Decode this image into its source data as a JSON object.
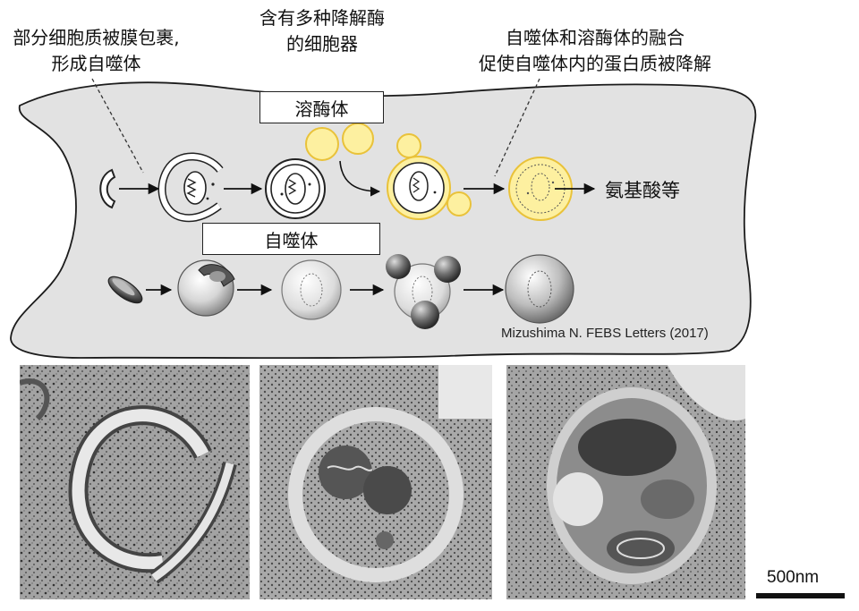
{
  "annotations": {
    "phagophore_line1": "部分细胞质被膜包裹,",
    "phagophore_line2": "形成自噬体",
    "lysosome_line1": "含有多种降解酶",
    "lysosome_line2": "的细胞器",
    "fusion_line1": "自噬体和溶酶体的融合",
    "fusion_line2": "促使自噬体内的蛋白质被降解"
  },
  "labels": {
    "lysosome": "溶酶体",
    "autophagosome": "自噬体",
    "product": "氨基酸等"
  },
  "credit": "Mizushima N. FEBS Letters (2017)",
  "scale_bar": {
    "label": "500nm"
  },
  "colors": {
    "cell": "#e2e2e2",
    "lysosome_fill": "#fdf0a0",
    "lysosome_border": "#e9c23a",
    "membrane": "#222222"
  }
}
